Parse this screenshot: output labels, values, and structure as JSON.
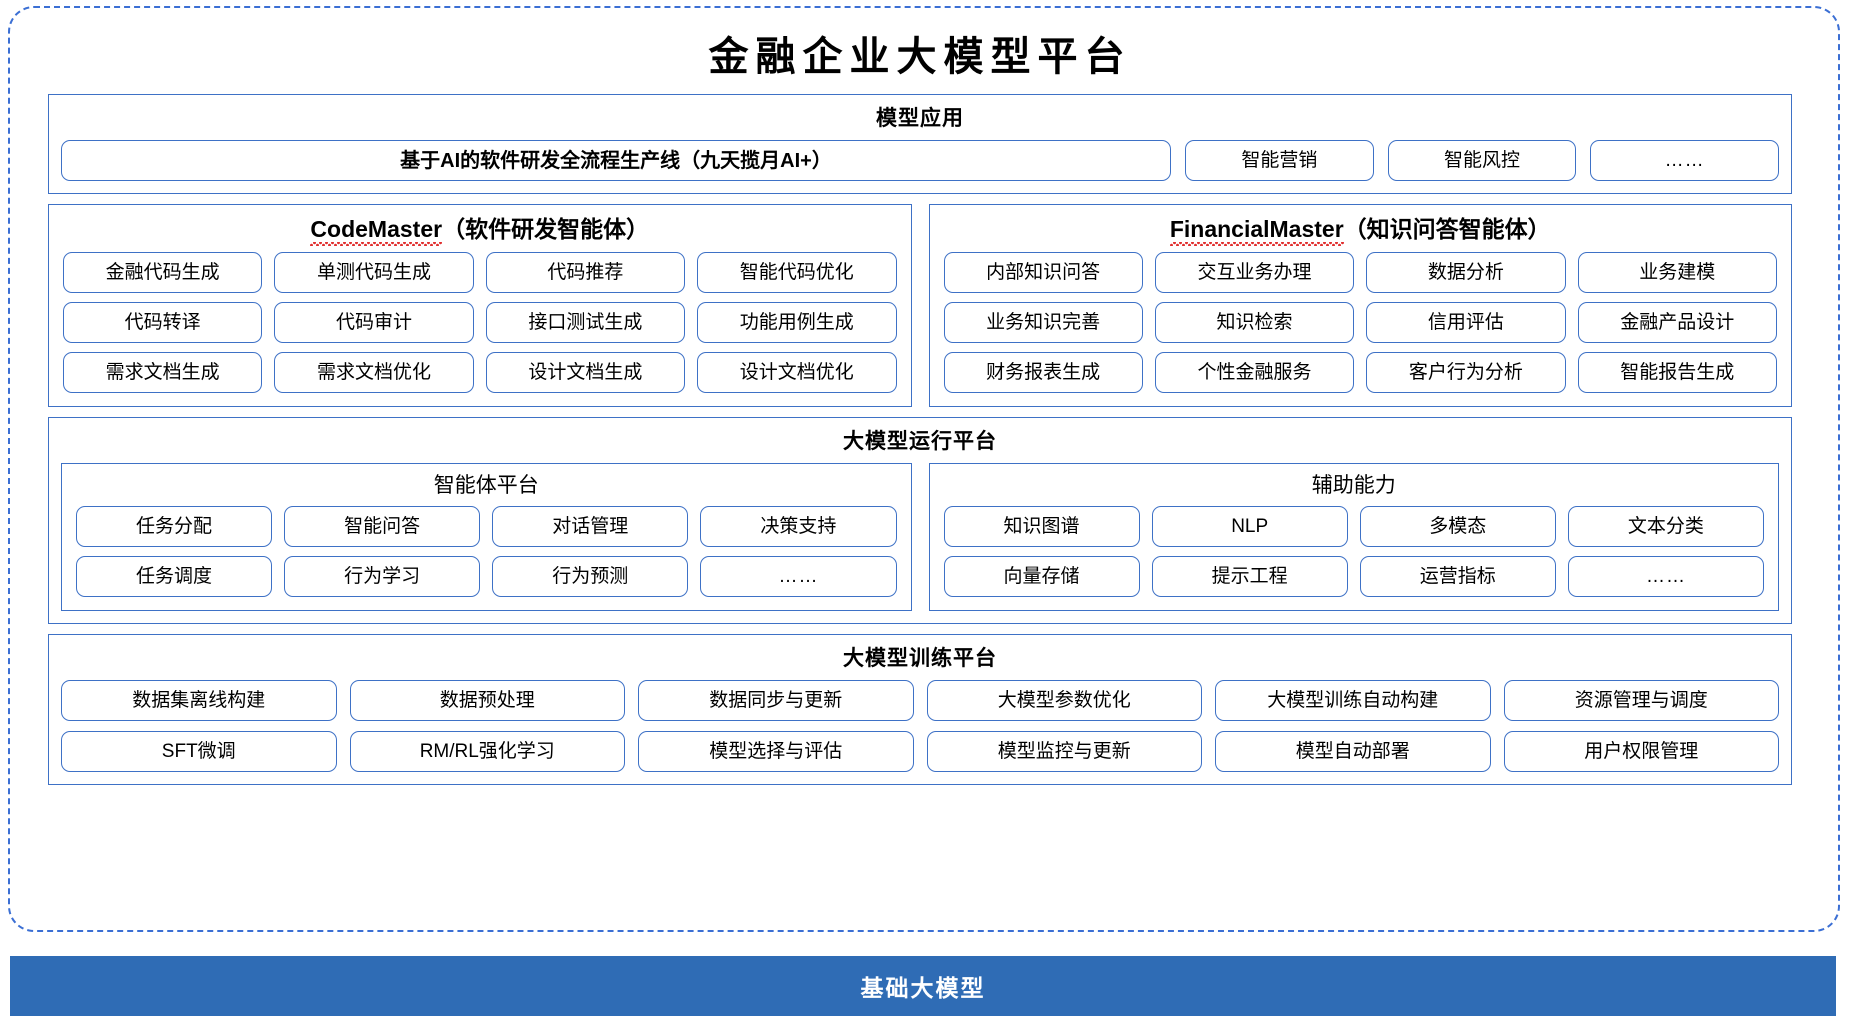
{
  "title": "金融企业大模型平台",
  "model_application": {
    "title": "模型应用",
    "pipeline_label": "基于AI的软件研发全流程生产线（九天揽月AI+）",
    "items": [
      "智能营销",
      "智能风控",
      "……"
    ]
  },
  "agents": [
    {
      "name_latin": "CodeMaster",
      "name_cn": "（软件研发智能体）",
      "items": [
        "金融代码生成",
        "单测代码生成",
        "代码推荐",
        "智能代码优化",
        "代码转译",
        "代码审计",
        "接口测试生成",
        "功能用例生成",
        "需求文档生成",
        "需求文档优化",
        "设计文档生成",
        "设计文档优化"
      ]
    },
    {
      "name_latin": "FinancialMaster",
      "name_cn": "（知识问答智能体）",
      "items": [
        "内部知识问答",
        "交互业务办理",
        "数据分析",
        "业务建模",
        "业务知识完善",
        "知识检索",
        "信用评估",
        "金融产品设计",
        "财务报表生成",
        "个性金融服务",
        "客户行为分析",
        "智能报告生成"
      ]
    }
  ],
  "runtime_platform": {
    "title": "大模型运行平台",
    "sub_panels": [
      {
        "title": "智能体平台",
        "items": [
          "任务分配",
          "智能问答",
          "对话管理",
          "决策支持",
          "任务调度",
          "行为学习",
          "行为预测",
          "……"
        ]
      },
      {
        "title": "辅助能力",
        "items": [
          "知识图谱",
          "NLP",
          "多模态",
          "文本分类",
          "向量存储",
          "提示工程",
          "运营指标",
          "……"
        ]
      }
    ]
  },
  "training_platform": {
    "title": "大模型训练平台",
    "items": [
      "数据集离线构建",
      "数据预处理",
      "数据同步与更新",
      "大模型参数优化",
      "大模型训练自动构建",
      "资源管理与调度",
      "SFT微调",
      "RM/RL强化学习",
      "模型选择与评估",
      "模型监控与更新",
      "模型自动部署",
      "用户权限管理"
    ]
  },
  "base_model": {
    "label": "基础大模型"
  },
  "colors": {
    "accent_blue": "#2F6CB5",
    "border_blue": "#3E71C6",
    "frame_blue": "#3B6FD4",
    "spellcheck_red": "#E03030"
  }
}
